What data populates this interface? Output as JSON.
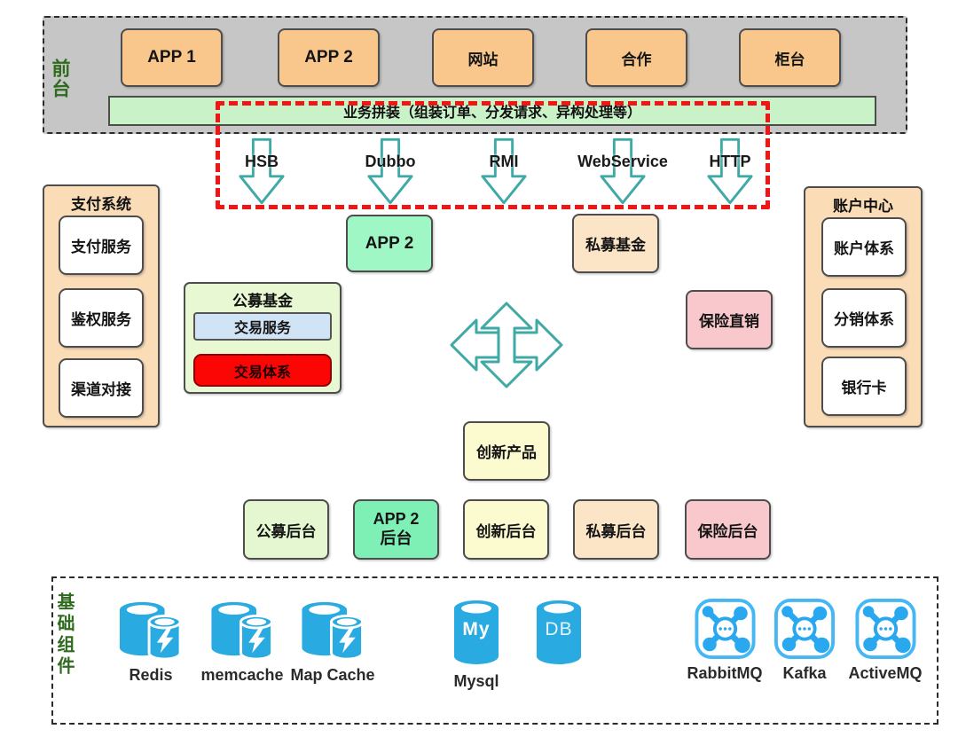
{
  "front_stage": {
    "label": "前台",
    "apps": [
      "APP 1",
      "APP 2",
      "网站",
      "合作",
      "柜台"
    ],
    "bus_bar": "业务拼装（组装订单、分发请求、异构处理等）"
  },
  "protocols": [
    "HSB",
    "Dubbo",
    "RMI",
    "WebService",
    "HTTP"
  ],
  "payment_system": {
    "title": "支付系统",
    "items": [
      "支付服务",
      "鉴权服务",
      "渠道对接"
    ]
  },
  "account_center": {
    "title": "账户中心",
    "items": [
      "账户体系",
      "分销体系",
      "银行卡"
    ]
  },
  "middle": {
    "app2": "APP 2",
    "private_fund": "私募基金",
    "public_fund": {
      "title": "公募基金",
      "trade_service": "交易服务",
      "trade_system": "交易体系"
    },
    "insurance_direct": "保险直销",
    "innovation_product": "创新产品"
  },
  "backends": [
    "公募后台",
    "APP 2\n后台",
    "创新后台",
    "私募后台",
    "保险后台"
  ],
  "infrastructure": {
    "label": "基础组件",
    "cache_items": [
      "Redis",
      "memcache",
      "Map Cache"
    ],
    "databases": [
      {
        "icon_text": "My",
        "label": "Mysql"
      },
      {
        "icon_text": "DB",
        "label": ""
      }
    ],
    "mq_items": [
      "RabbitMQ",
      "Kafka",
      "ActiveMQ"
    ]
  },
  "colors": {
    "panel_gray": "#c6c6c6",
    "app_orange": "#f9c78c",
    "bus_green": "#c9f2c8",
    "mint_green": "#9ef7c5",
    "fund_green": "#e7f8d2",
    "light_blue": "#d0e4f5",
    "alert_red": "#fb0505",
    "peach": "#fbe5c6",
    "pink": "#f9c8cc",
    "light_yellow": "#fcfacf",
    "side_orange": "#fadcb7",
    "highlight_red": "#f01616",
    "teal_arrow": "#3fa9a5",
    "icon_blue": "#29abe2",
    "label_green": "#2f6b1e"
  }
}
